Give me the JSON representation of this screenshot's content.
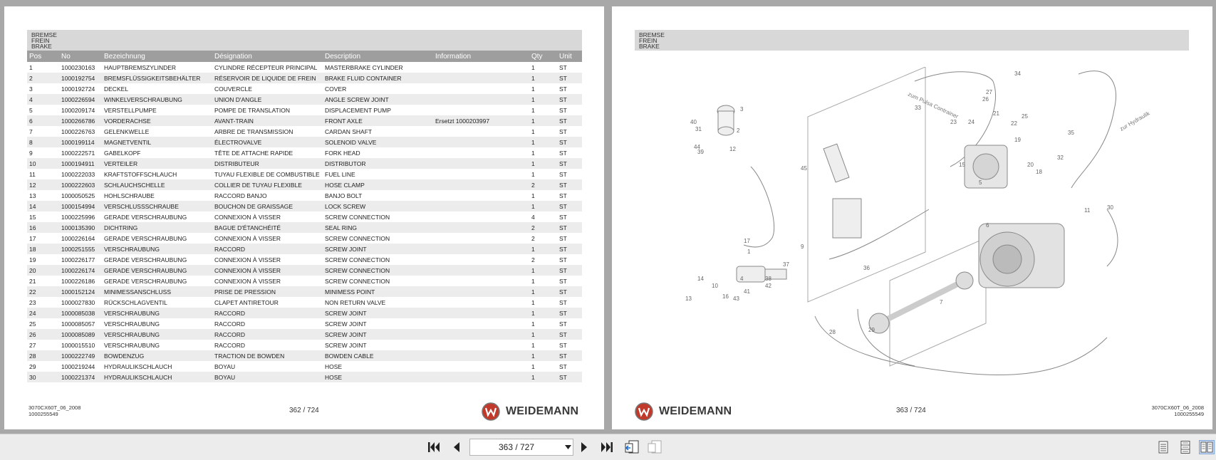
{
  "left_page": {
    "header_lines": [
      "BREMSE",
      "FREIN",
      "BRAKE"
    ],
    "columns": [
      "Pos",
      "No",
      "Bezeichnung",
      "Désignation",
      "Description",
      "Information",
      "Qty",
      "Unit"
    ],
    "rows": [
      [
        "1",
        "1000230163",
        "HAUPTBREMSZYLINDER",
        "CYLINDRE RÉCEPTEUR PRINCIPAL",
        "MASTERBRAKE CYLINDER",
        "",
        "1",
        "ST"
      ],
      [
        "2",
        "1000192754",
        "BREMSFLÜSSIGKEITSBEHÄLTER",
        "RÉSERVOIR DE LIQUIDE DE FREIN",
        "BRAKE FLUID CONTAINER",
        "",
        "1",
        "ST"
      ],
      [
        "3",
        "1000192724",
        "DECKEL",
        "COUVERCLE",
        "COVER",
        "",
        "1",
        "ST"
      ],
      [
        "4",
        "1000226594",
        "WINKELVERSCHRAUBUNG",
        "UNION D'ANGLE",
        "ANGLE SCREW JOINT",
        "",
        "1",
        "ST"
      ],
      [
        "5",
        "1000209174",
        "VERSTELLPUMPE",
        "POMPE DE TRANSLATION",
        "DISPLACEMENT PUMP",
        "",
        "1",
        "ST"
      ],
      [
        "6",
        "1000266786",
        "VORDERACHSE",
        "AVANT-TRAIN",
        "FRONT AXLE",
        "Ersetzt 1000203997",
        "1",
        "ST"
      ],
      [
        "7",
        "1000226763",
        "GELENKWELLE",
        "ARBRE DE TRANSMISSION",
        "CARDAN SHAFT",
        "",
        "1",
        "ST"
      ],
      [
        "8",
        "1000199114",
        "MAGNETVENTIL",
        "ÉLECTROVALVE",
        "SOLENOID VALVE",
        "",
        "1",
        "ST"
      ],
      [
        "9",
        "1000222571",
        "GABELKOPF",
        "TÊTE DE ATTACHE RAPIDE",
        "FORK HEAD",
        "",
        "1",
        "ST"
      ],
      [
        "10",
        "1000194911",
        "VERTEILER",
        "DISTRIBUTEUR",
        "DISTRIBUTOR",
        "",
        "1",
        "ST"
      ],
      [
        "11",
        "1000222033",
        "KRAFTSTOFFSCHLAUCH",
        "TUYAU FLEXIBLE DE COMBUSTIBLE",
        "FUEL LINE",
        "",
        "1",
        "ST"
      ],
      [
        "12",
        "1000222603",
        "SCHLAUCHSCHELLE",
        "COLLIER DE TUYAU FLEXIBLE",
        "HOSE CLAMP",
        "",
        "2",
        "ST"
      ],
      [
        "13",
        "1000050525",
        "HOHLSCHRAUBE",
        "RACCORD BANJO",
        "BANJO BOLT",
        "",
        "1",
        "ST"
      ],
      [
        "14",
        "1000154994",
        "VERSCHLUSSSCHRAUBE",
        "BOUCHON DE GRAISSAGE",
        "LOCK SCREW",
        "",
        "1",
        "ST"
      ],
      [
        "15",
        "1000225996",
        "GERADE VERSCHRAUBUNG",
        "CONNEXION À VISSER",
        "SCREW CONNECTION",
        "",
        "4",
        "ST"
      ],
      [
        "16",
        "1000135390",
        "DICHTRING",
        "BAGUE D'ÉTANCHÉITÉ",
        "SEAL RING",
        "",
        "2",
        "ST"
      ],
      [
        "17",
        "1000226164",
        "GERADE VERSCHRAUBUNG",
        "CONNEXION À VISSER",
        "SCREW CONNECTION",
        "",
        "2",
        "ST"
      ],
      [
        "18",
        "1000251555",
        "VERSCHRAUBUNG",
        "RACCORD",
        "SCREW JOINT",
        "",
        "1",
        "ST"
      ],
      [
        "19",
        "1000226177",
        "GERADE VERSCHRAUBUNG",
        "CONNEXION À VISSER",
        "SCREW CONNECTION",
        "",
        "2",
        "ST"
      ],
      [
        "20",
        "1000226174",
        "GERADE VERSCHRAUBUNG",
        "CONNEXION À VISSER",
        "SCREW CONNECTION",
        "",
        "1",
        "ST"
      ],
      [
        "21",
        "1000226186",
        "GERADE VERSCHRAUBUNG",
        "CONNEXION À VISSER",
        "SCREW CONNECTION",
        "",
        "1",
        "ST"
      ],
      [
        "22",
        "1000152124",
        "MINIMESSANSCHLUSS",
        "PRISE DE PRESSION",
        "MINIMESS POINT",
        "",
        "1",
        "ST"
      ],
      [
        "23",
        "1000027830",
        "RÜCKSCHLAGVENTIL",
        "CLAPET ANTIRETOUR",
        "NON RETURN VALVE",
        "",
        "1",
        "ST"
      ],
      [
        "24",
        "1000085038",
        "VERSCHRAUBUNG",
        "RACCORD",
        "SCREW JOINT",
        "",
        "1",
        "ST"
      ],
      [
        "25",
        "1000085057",
        "VERSCHRAUBUNG",
        "RACCORD",
        "SCREW JOINT",
        "",
        "1",
        "ST"
      ],
      [
        "26",
        "1000085089",
        "VERSCHRAUBUNG",
        "RACCORD",
        "SCREW JOINT",
        "",
        "1",
        "ST"
      ],
      [
        "27",
        "1000015510",
        "VERSCHRAUBUNG",
        "RACCORD",
        "SCREW JOINT",
        "",
        "1",
        "ST"
      ],
      [
        "28",
        "1000222749",
        "BOWDENZUG",
        "TRACTION DE BOWDEN",
        "BOWDEN CABLE",
        "",
        "1",
        "ST"
      ],
      [
        "29",
        "1000219244",
        "HYDRAULIKSCHLAUCH",
        "BOYAU",
        "HOSE",
        "",
        "1",
        "ST"
      ],
      [
        "30",
        "1000221374",
        "HYDRAULIKSCHLAUCH",
        "BOYAU",
        "HOSE",
        "",
        "1",
        "ST"
      ]
    ],
    "footer_code_1": "3070CX60T_06_2008",
    "footer_code_2": "1000255549",
    "page_number": "362 / 724",
    "brand": "WEIDEMANN"
  },
  "right_page": {
    "header_lines": [
      "BREMSE",
      "FREIN",
      "BRAKE"
    ],
    "footer_code_1": "3070CX60T_06_2008",
    "footer_code_2": "1000255549",
    "page_number": "363 / 724",
    "brand": "WEIDEMANN",
    "diagram_callouts": [
      "34",
      "27",
      "26",
      "21",
      "24",
      "23",
      "33",
      "25",
      "22",
      "19",
      "20",
      "18",
      "35",
      "32",
      "3",
      "2",
      "40",
      "31",
      "44",
      "39",
      "12",
      "45",
      "15",
      "5",
      "6",
      "11",
      "29",
      "30",
      "17",
      "4",
      "1",
      "37",
      "9",
      "38",
      "42",
      "36",
      "14",
      "10",
      "16",
      "13",
      "41",
      "43",
      "7",
      "28"
    ],
    "diagram_annotations": [
      "zum Pulsa Contrainer",
      "zur Hydraulik"
    ]
  },
  "toolbar": {
    "page_field_value": "363 / 727",
    "icons": [
      "first-page-icon",
      "previous-page-icon",
      "next-page-icon",
      "last-page-icon",
      "go-back-view-icon",
      "go-forward-view-icon",
      "single-page-view-icon",
      "continuous-view-icon",
      "two-page-view-icon"
    ]
  },
  "colors": {
    "background": "#a8a8a8",
    "table_header": "#9e9e9e",
    "section_header": "#d8d8d8",
    "brand_red": "#c0392b"
  }
}
